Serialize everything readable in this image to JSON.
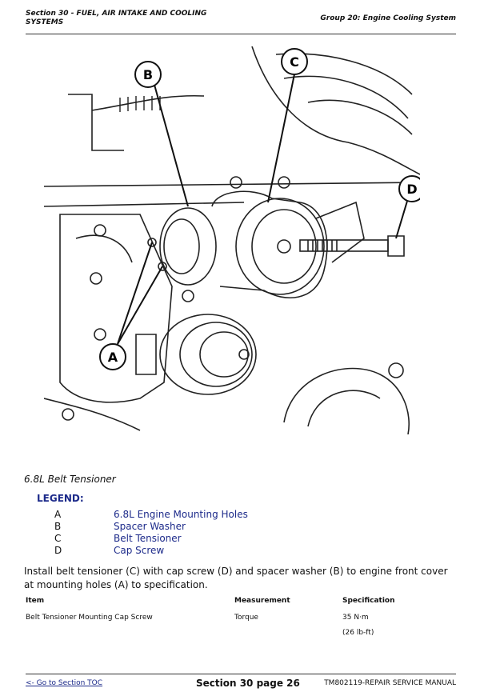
{
  "header": {
    "section": "Section 30 - FUEL, AIR INTAKE AND COOLING SYSTEMS",
    "group": "Group 20: Engine Cooling System"
  },
  "figure": {
    "callouts": [
      "A",
      "B",
      "C",
      "D"
    ]
  },
  "caption": "6.8L Belt Tensioner",
  "legend": {
    "title": "LEGEND:",
    "items": [
      {
        "key": "A",
        "value": "6.8L Engine Mounting Holes"
      },
      {
        "key": "B",
        "value": "Spacer Washer"
      },
      {
        "key": "C",
        "value": "Belt Tensioner"
      },
      {
        "key": "D",
        "value": "Cap Screw"
      }
    ]
  },
  "instruction": "Install belt tensioner (C) with cap screw (D) and spacer washer (B) to engine front cover at mounting holes (A) to specification.",
  "spec_table": {
    "headers": [
      "Item",
      "Measurement",
      "Specification"
    ],
    "row": {
      "item": "Belt Tensioner Mounting Cap Screw",
      "measurement": "Torque",
      "spec_metric": "35 N·m",
      "spec_imperial": "(26 lb-ft)"
    }
  },
  "footer": {
    "toc_link": "<- Go to Section TOC",
    "page": "Section 30 page 26",
    "manual": "TM802119-REPAIR SERVICE MANUAL"
  }
}
